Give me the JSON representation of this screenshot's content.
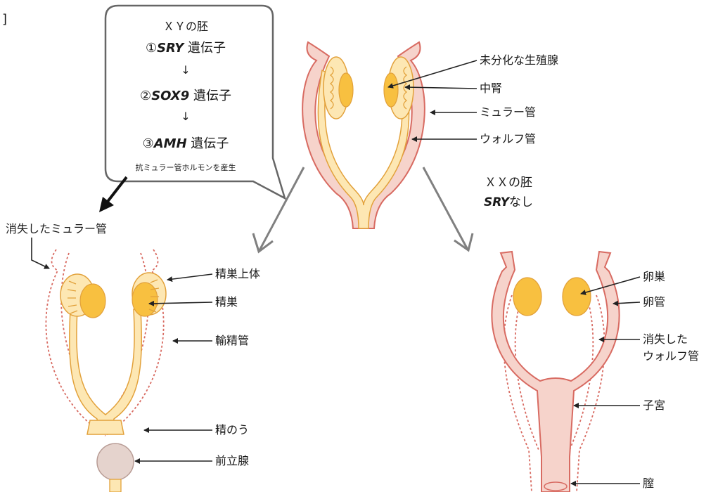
{
  "corner_mark": "]",
  "bubble": {
    "line1": "ＸＹの胚",
    "step1_num": "①",
    "step1_gene": "SRY",
    "step1_suffix": " 遺伝子",
    "arrow1": "↓",
    "step2_num": "②",
    "step2_gene": "SOX9",
    "step2_suffix": " 遺伝子",
    "arrow2": "↓",
    "step3_num": "③",
    "step3_gene": "AMH",
    "step3_suffix": " 遺伝子",
    "note": "抗ミュラー管ホルモンを産生"
  },
  "xx_note": {
    "line1": "ＸＸの胚",
    "gene": "SRY",
    "suffix": "なし"
  },
  "labels": {
    "gonad": "未分化な生殖腺",
    "mesonephros": "中腎",
    "muller": "ミュラー管",
    "wolff": "ウォルフ管",
    "vanished_muller": "消失したミュラー管",
    "epididymis": "精巣上体",
    "testis": "精巣",
    "vas_deferens": "輸精管",
    "seminal_vesicle": "精のう",
    "prostate": "前立腺",
    "ovary": "卵巣",
    "oviduct": "卵管",
    "vanished_wolff_1": "消失した",
    "vanished_wolff_2": "ウォルフ管",
    "uterus": "子宮",
    "vagina": "膣"
  },
  "colors": {
    "muller_pink": "#f6d3cb",
    "muller_stroke": "#d86b62",
    "wolff_yellow": "#fde7b3",
    "wolff_stroke": "#e2a13a",
    "gonad_orange": "#f8c040",
    "prostate": "#e5d3cd"
  }
}
